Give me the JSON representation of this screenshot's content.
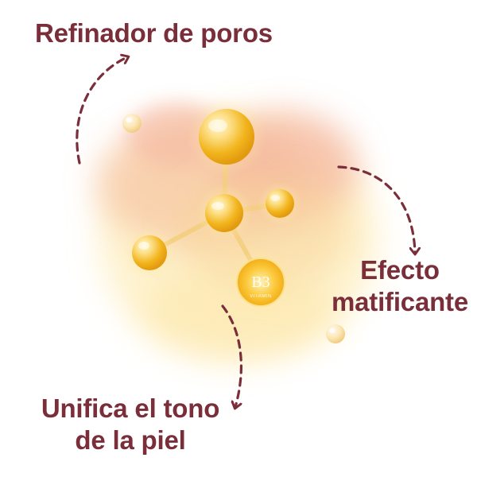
{
  "colors": {
    "text": "#7a2e3a",
    "arrow": "#7a2e3a",
    "molecule_gold": "#f2b51d",
    "molecule_light": "#fde08a",
    "splash_pink": "#f4b39c",
    "splash_yellow": "#fde7a6"
  },
  "benefits": {
    "pores": "Refinador de poros",
    "matte": {
      "line1": "Efecto",
      "line2": "matificante"
    },
    "tone": {
      "line1": "Unifica el tono",
      "line2": "de la piel"
    }
  },
  "molecule": {
    "badge_text": "B3",
    "badge_subtext": "VITAMIN"
  },
  "icons": [
    "arrow-curved-icon",
    "molecule-icon",
    "vitamin-b3-badge-icon"
  ]
}
